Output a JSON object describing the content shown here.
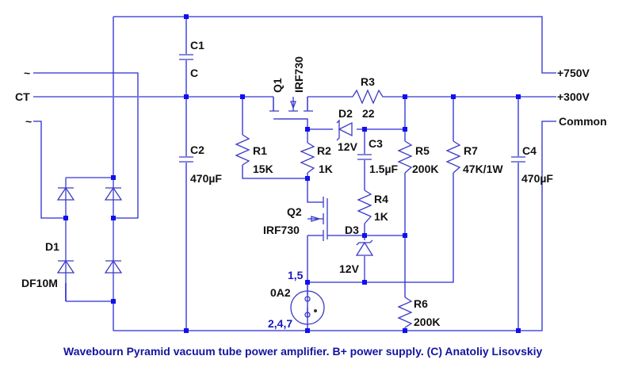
{
  "caption": "Wavebourn Pyramid vacuum tube power amplifier. B+ power supply. (C) Anatoliy Lisovskiy",
  "terminals": {
    "ac1": "~",
    "ct": "CT",
    "ac2": "~",
    "hv": "+750V",
    "b_plus": "+300V",
    "common": "Common"
  },
  "components": {
    "c1": {
      "ref": "C1",
      "value": "C"
    },
    "c2": {
      "ref": "C2",
      "value": "470µF"
    },
    "c3": {
      "ref": "C3",
      "value": "1.5µF"
    },
    "c4": {
      "ref": "C4",
      "value": "470µF"
    },
    "d1": {
      "ref": "D1",
      "value": "DF10M"
    },
    "d2": {
      "ref": "D2",
      "value": "12V"
    },
    "d3": {
      "ref": "D3",
      "value": "12V"
    },
    "q1": {
      "ref": "Q1",
      "value": "IRF730"
    },
    "q2": {
      "ref": "Q2",
      "value": "IRF730"
    },
    "r1": {
      "ref": "R1",
      "value": "15K"
    },
    "r2": {
      "ref": "R2",
      "value": "1K"
    },
    "r3": {
      "ref": "R3",
      "value": "22"
    },
    "r4": {
      "ref": "R4",
      "value": "1K"
    },
    "r5": {
      "ref": "R5",
      "value": "200K"
    },
    "r6": {
      "ref": "R6",
      "value": "200K"
    },
    "r7": {
      "ref": "R7",
      "value": "47K/1W"
    },
    "oa2": {
      "ref": "0A2",
      "pins_top": "1,5",
      "pins_bottom": "2,4,7"
    }
  }
}
